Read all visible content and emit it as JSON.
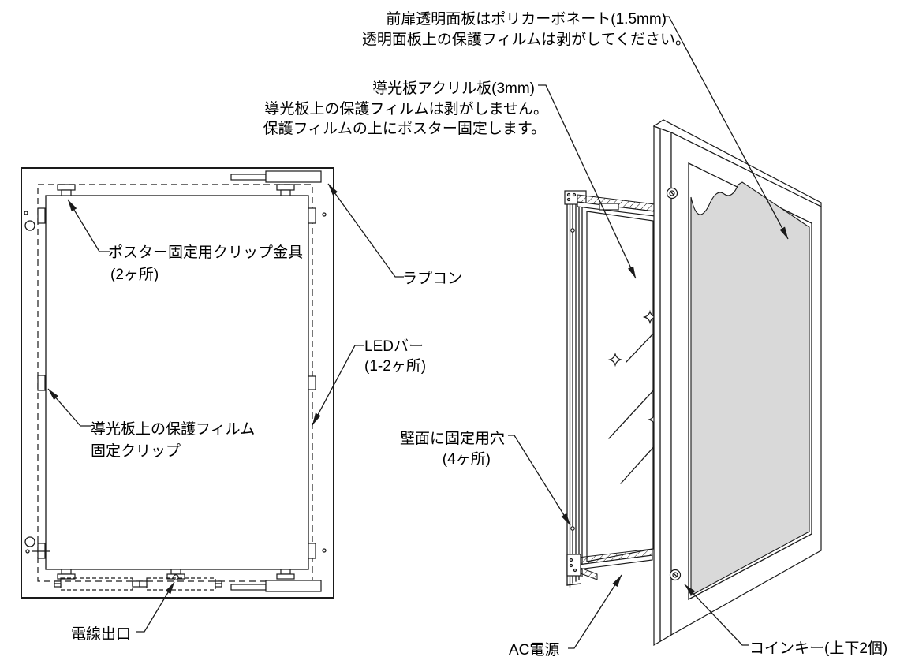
{
  "diagram_type": "led-poster-panel-assembly-diagram",
  "annotations": {
    "front_panel": {
      "line1": "前扉透明面板はポリカーボネート(1.5mm)",
      "line2": "透明面板上の保護フィルムは剥がしてください。"
    },
    "light_guide_plate": {
      "line1": "導光板アクリル板(3mm)",
      "line2": "導光板上の保護フィルムは剥がしません。",
      "line3": "保護フィルムの上にポスター固定します。"
    },
    "poster_clip": {
      "line1": "ポスター固定用クリップ金具",
      "line2": "(2ヶ所)"
    },
    "rapcon": {
      "label": "ラプコン"
    },
    "led_bar": {
      "line1": "LEDバー",
      "line2": "(1-2ヶ所)"
    },
    "film_fix_clip": {
      "line1": "導光板上の保護フィルム",
      "line2": "固定クリップ"
    },
    "wall_mount_hole": {
      "line1": "壁面に固定用穴",
      "line2": "(4ヶ所)"
    },
    "wire_exit": {
      "label": "電線出口"
    },
    "ac_power": {
      "label": "AC電源"
    },
    "coin_key": {
      "label": "コインキー(上下2個)"
    }
  },
  "colors": {
    "line": "#1a1a1a",
    "protective_film": "#d9d9d9",
    "background": "#ffffff"
  }
}
